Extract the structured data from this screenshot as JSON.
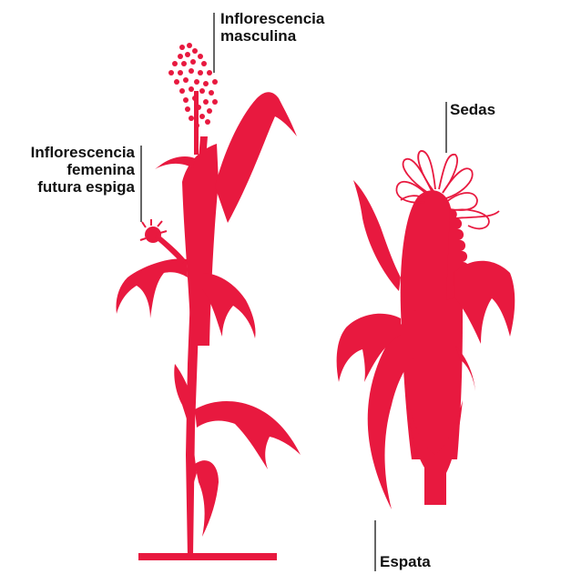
{
  "colors": {
    "plant": "#e8193f",
    "text": "#111111",
    "leader": "#333333",
    "background": "#ffffff"
  },
  "labels": {
    "male_inflorescence": [
      "Inflorescencia",
      "masculina"
    ],
    "female_inflorescence": [
      "Inflorescencia",
      "femenina",
      "futura espiga"
    ],
    "silks": "Sedas",
    "husk": "Espata"
  }
}
